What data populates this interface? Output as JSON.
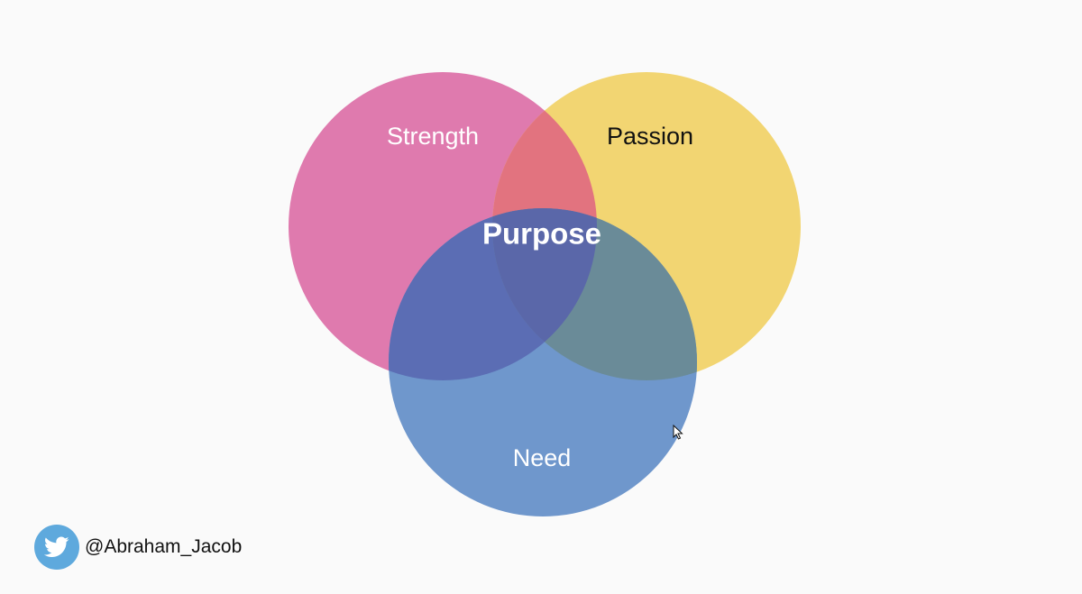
{
  "diagram": {
    "circles": [
      {
        "label": "Strength",
        "color": "#df7aae",
        "text_color": "#ffffff"
      },
      {
        "label": "Passion",
        "color": "#f2d572",
        "text_color": "#111111"
      },
      {
        "label": "Need",
        "color": "#6f97cc",
        "text_color": "#ffffff"
      }
    ],
    "center_label": "Purpose",
    "center_color": "#ffffff",
    "overlap_colors": {
      "strength_passion": "#e2737f",
      "strength_need": "#5b6db4",
      "passion_need": "#6a8b98",
      "all": "#5a67a9"
    }
  },
  "footer": {
    "twitter_icon": "twitter-bird-icon",
    "twitter_badge_color": "#5ea9dd",
    "handle": "@Abraham_Jacob"
  },
  "cursor_icon": "mouse-pointer-icon"
}
